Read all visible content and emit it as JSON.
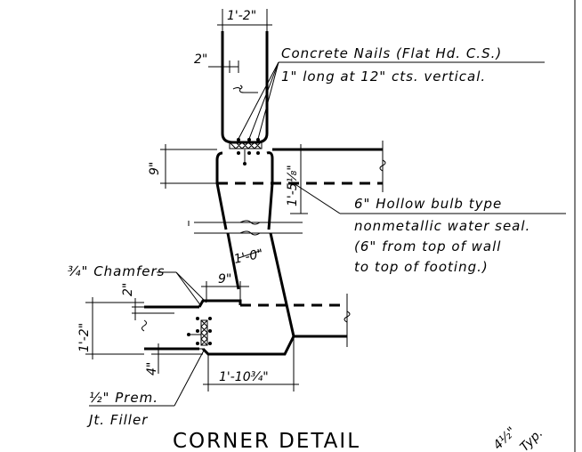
{
  "drawing": {
    "title": "CORNER DETAIL",
    "dimensions": {
      "top_width": "1'-2\"",
      "nail_offset": "2\"",
      "wall_top_height": "9\"",
      "wall_vertical": "1'-5⅛\"",
      "stem_width": "1'-0\"",
      "lower_offset": "9\"",
      "chamfer_small": "2\"",
      "footing_height": "1'-2\"",
      "footing_bottom": "4\"",
      "footing_width": "1'-10¾\"",
      "corner_fraction": "4½\"",
      "corner_suffix": "Typ."
    },
    "notes": {
      "nails_line1": "Concrete Nails (Flat Hd. C.S.)",
      "nails_line2": "1\" long at 12\" cts. vertical.",
      "seal_line1": "6\" Hollow bulb type",
      "seal_line2": "nonmetallic water seal.",
      "seal_line3": "(6\" from top of wall",
      "seal_line4": "to top of footing.)",
      "chamfers": "¾\" Chamfers",
      "filler_line1": "½\" Prem.",
      "filler_line2": "Jt. Filler"
    }
  }
}
